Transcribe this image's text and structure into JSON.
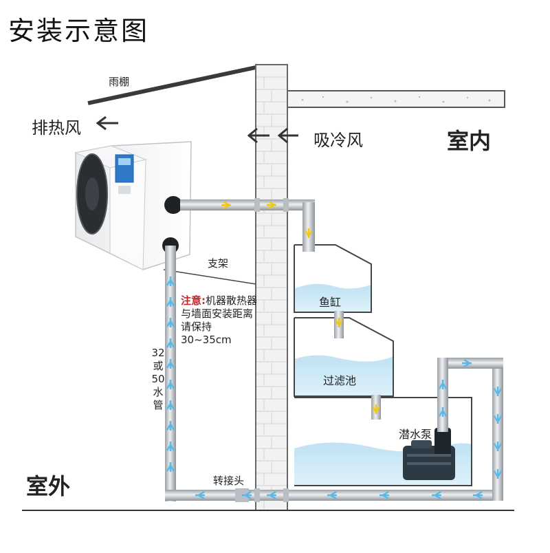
{
  "title": "安装示意图",
  "labels": {
    "canopy": "雨棚",
    "exhaust": "排热风",
    "intake": "吸冷风",
    "indoor": "室内",
    "outdoor": "室外",
    "bracket": "支架",
    "fish_tank": "鱼缸",
    "filter_tank": "过滤池",
    "pump": "潜水泵",
    "adapter": "转接头"
  },
  "note": {
    "prefix": "注意:",
    "body": "机器散热器与墙面安装距离请保持30~35cm"
  },
  "pipe": {
    "line1": "32",
    "line2": "或",
    "line3": "50",
    "line4": "水",
    "line5": "管"
  },
  "colors": {
    "water": "#cfe9f5",
    "water_dark": "#a8d6ee",
    "pipe": "#c9cdd2",
    "arrow_hot": "#f2c811",
    "arrow_cold": "#58b8e6",
    "wall": "#f2f2f2",
    "warn": "#c0282d"
  }
}
